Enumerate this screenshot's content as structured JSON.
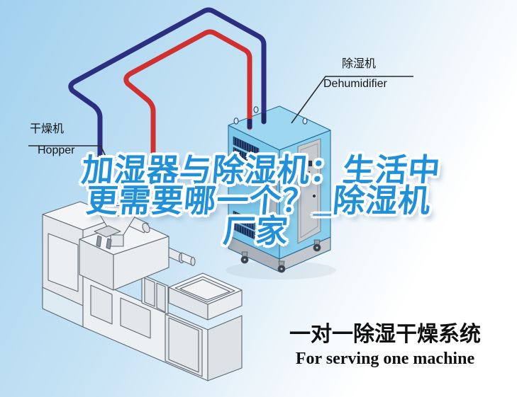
{
  "headline": {
    "line1": "加湿器与除湿机：生活中",
    "line2": "更需要哪一个？_除湿机",
    "line3": "厂家",
    "color": "#2090d8"
  },
  "labels": {
    "hopper": {
      "zh": "干燥机",
      "en": "Hopper"
    },
    "dehumidifier": {
      "zh": "除湿机",
      "en": "Dehumidifier"
    }
  },
  "slogan": {
    "zh": "一对一除湿干燥系统",
    "en": "For serving one machine"
  },
  "colors": {
    "background_top": "#a2d1ee",
    "pipe_navy": "#2c2e80",
    "pipe_red": "#d03030",
    "machine_blue": "#7cc8e9",
    "machine_grey": "#eef1f3",
    "label_text": "#161616"
  }
}
